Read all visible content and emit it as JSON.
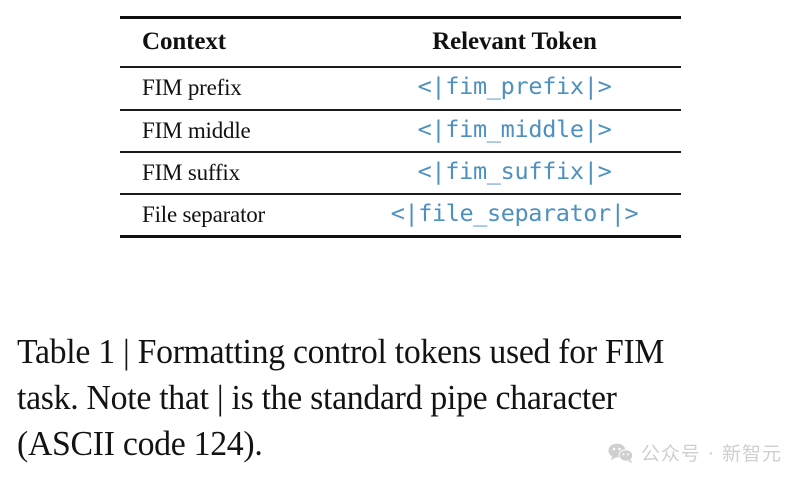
{
  "figure": {
    "table": {
      "columns": [
        "Context",
        "Relevant Token"
      ],
      "rows": [
        {
          "context": "FIM prefix",
          "token": "<|fim_prefix|>"
        },
        {
          "context": "FIM middle",
          "token": "<|fim_middle|>"
        },
        {
          "context": "FIM suffix",
          "token": "<|fim_suffix|>"
        },
        {
          "context": "File separator",
          "token": "<|file_separator|>"
        }
      ]
    },
    "caption": {
      "line1": "Table 1 | Formatting control tokens used for FIM",
      "line2": "task. Note that | is the standard pipe character",
      "line3": "(ASCII code 124)."
    }
  },
  "watermark": {
    "icon": "wechat-icon",
    "text": "公众号 · 新智元"
  },
  "colors": {
    "token_blue": "#4e90bf",
    "rule_black": "#111111",
    "text_black": "#131313",
    "watermark_gray": "#cfcfcf"
  }
}
